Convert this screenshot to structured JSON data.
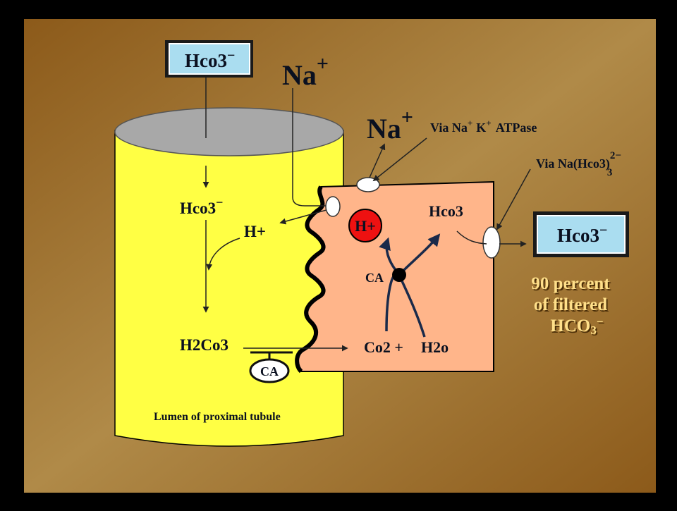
{
  "top_box": {
    "label": "Hco3",
    "charge": "−"
  },
  "na_top": {
    "symbol": "Na",
    "charge": "+"
  },
  "na_out": {
    "symbol": "Na",
    "charge": "+"
  },
  "atpase": {
    "prefix": "Via Na",
    "plus1": "+",
    "k": "K",
    "plus2": "+",
    "suffix": "ATPase"
  },
  "cotransport": {
    "label": "Via Na(Hco3)",
    "sup": "2−",
    "sub": "3"
  },
  "right_box": {
    "label": "Hco3",
    "charge": "−"
  },
  "lumen": {
    "hco3": "Hco3",
    "hco3_charge": "−",
    "hplus": "H+",
    "h2co3": "H2Co3",
    "ca": "CA",
    "caption": "Lumen of proximal tubule"
  },
  "cell": {
    "hplus": "H+",
    "hco3": "Hco3",
    "ca": "CA",
    "co2": "Co2 +",
    "h2o": "H2o"
  },
  "percent_note": {
    "line1": "90 percent",
    "line2": "of filtered",
    "line3": "HCO",
    "sub": "3",
    "sup": "−"
  },
  "colors": {
    "bg_dark": "#8a5a1a",
    "bg_light": "#b08a48",
    "tube": "#ffff44",
    "tube_top": "#a8a8a8",
    "cell": "#ffb58a",
    "box": "#aaddf0",
    "hplus": "#ee1111",
    "note": "#ffe08a"
  }
}
